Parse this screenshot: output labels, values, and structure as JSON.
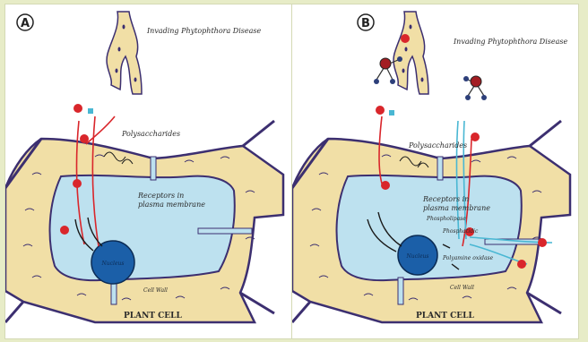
{
  "panel_a": {
    "letter": "A",
    "pathogen_label": "Invading Phytophthora Disease",
    "polysaccharides_label": "Polysaccharides",
    "receptors_label_1": "Receptors in",
    "receptors_label_2": "plasma membrane",
    "nucleus_label": "Nucleus",
    "cell_wall_label": "Cell Wall",
    "plant_cell_label": "PLANT CELL"
  },
  "panel_b": {
    "letter": "B",
    "pathogen_label": "Invading Phytophthora Disease",
    "polysaccharides_label": "Polysaccharides",
    "receptors_label_1": "Receptors in",
    "receptors_label_2": "plasma membrane",
    "small_label_1": "Phospholipase",
    "small_label_2": "Phosphatidic",
    "small_label_3": "Polyamine oxidase",
    "nucleus_label": "Nucleus",
    "cell_wall_label": "Cell Wall",
    "plant_cell_label": "PLANT CELL"
  },
  "colors": {
    "cell_wall": "#f1dfa6",
    "cytoplasm": "#bde1ef",
    "nucleus": "#1b5fa8",
    "outline": "#3c2f70",
    "marker_red": "#d9262b",
    "signal_cyan": "#49b7d3"
  }
}
